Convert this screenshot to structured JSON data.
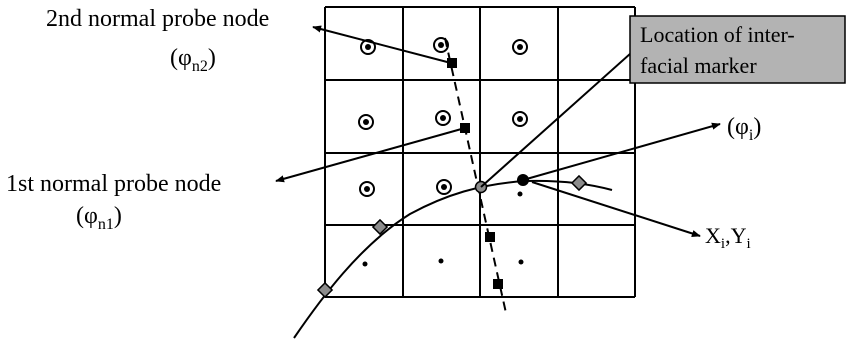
{
  "labels": {
    "second_probe_line1": "2nd normal probe node",
    "second_probe_phi": "φ",
    "second_probe_sub": "n2",
    "first_probe_line1": "1st normal probe node",
    "first_probe_phi": "φ",
    "first_probe_sub": "n1",
    "phi_i_phi": "φ",
    "phi_i_sub": "i",
    "open_paren": "(",
    "close_paren": ")",
    "xy_X": "X",
    "xy_Y": "Y",
    "xy_sub": "i",
    "xy_comma": ","
  },
  "marker_box": {
    "line1": "Location of inter-",
    "line2": "facial marker",
    "fill": "#b3b3b3"
  },
  "colors": {
    "ink": "#000000",
    "marker_diamond": "#8c8c8c"
  }
}
